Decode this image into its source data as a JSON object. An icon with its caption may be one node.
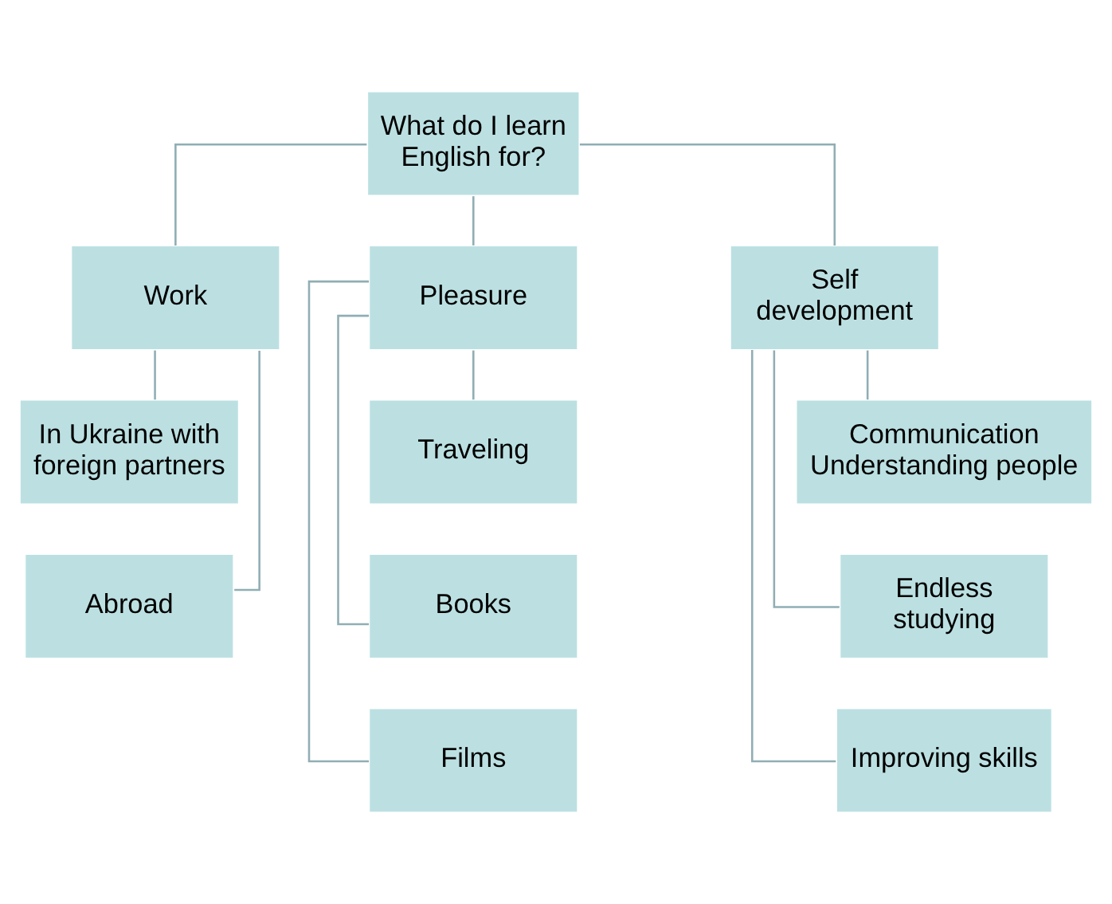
{
  "diagram": {
    "nodes": [
      {
        "text": [
          "What do I learn English for?"
        ]
      },
      {
        "text": [
          "Work"
        ]
      },
      {
        "text": [
          "Pleasure"
        ]
      },
      {
        "text": [
          "Self development"
        ]
      },
      {
        "text": [
          "In Ukraine with foreign partners"
        ]
      },
      {
        "text": [
          "Abroad"
        ]
      },
      {
        "text": [
          "Traveling"
        ]
      },
      {
        "text": [
          "Books"
        ]
      },
      {
        "text": [
          "Films"
        ]
      },
      {
        "text": [
          "Communication Understanding people"
        ]
      },
      {
        "text": [
          "Endless studying"
        ]
      },
      {
        "text": [
          "Improving skills"
        ]
      }
    ],
    "edges": [
      {
        "from": 0,
        "to": 1,
        "arrow": "none"
      },
      {
        "from": 0,
        "to": 2,
        "arrow": "none"
      },
      {
        "from": 0,
        "to": 3,
        "arrow": "none"
      },
      {
        "from": 1,
        "to": 4,
        "arrow": "none"
      },
      {
        "from": 1,
        "to": 5,
        "arrow": "none"
      },
      {
        "from": 2,
        "to": 6,
        "arrow": "none"
      },
      {
        "from": 2,
        "to": 7,
        "arrow": "none"
      },
      {
        "from": 2,
        "to": 8,
        "arrow": "none"
      },
      {
        "from": 3,
        "to": 9,
        "arrow": "none"
      },
      {
        "from": 3,
        "to": 10,
        "arrow": "none"
      },
      {
        "from": 3,
        "to": 11,
        "arrow": "none"
      }
    ]
  }
}
